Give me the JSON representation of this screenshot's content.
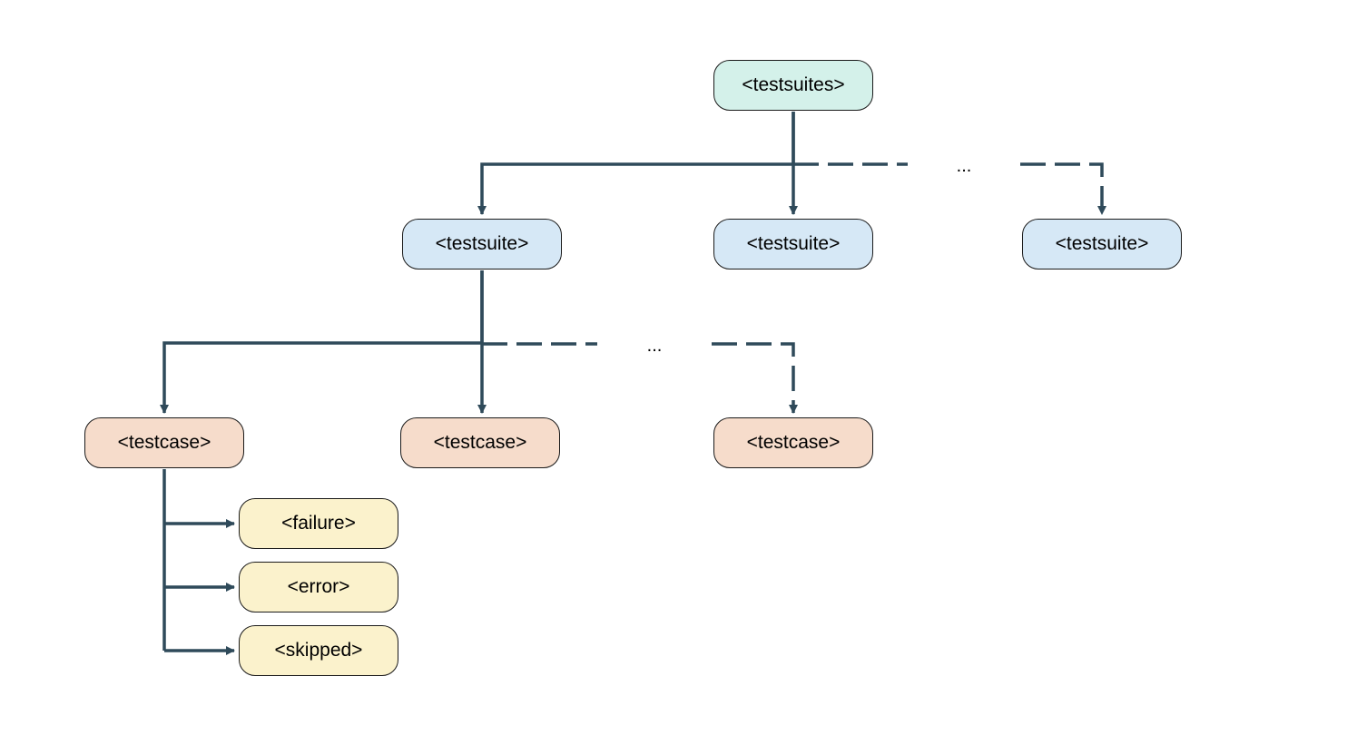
{
  "colors": {
    "connector": "#2f4a5a",
    "root_fill": "#d4f1ea",
    "suite_fill": "#d6e8f6",
    "case_fill": "#f6dccb",
    "result_fill": "#fbf2cc",
    "border": "#1a1a1a"
  },
  "root": {
    "label": "<testsuites>"
  },
  "suites": [
    {
      "label": "<testsuite>"
    },
    {
      "label": "<testsuite>"
    },
    {
      "label": "<testsuite>"
    }
  ],
  "suites_ellipsis": "...",
  "cases": [
    {
      "label": "<testcase>"
    },
    {
      "label": "<testcase>"
    },
    {
      "label": "<testcase>"
    }
  ],
  "cases_ellipsis": "...",
  "results": [
    {
      "label": "<failure>"
    },
    {
      "label": "<error>"
    },
    {
      "label": "<skipped>"
    }
  ]
}
